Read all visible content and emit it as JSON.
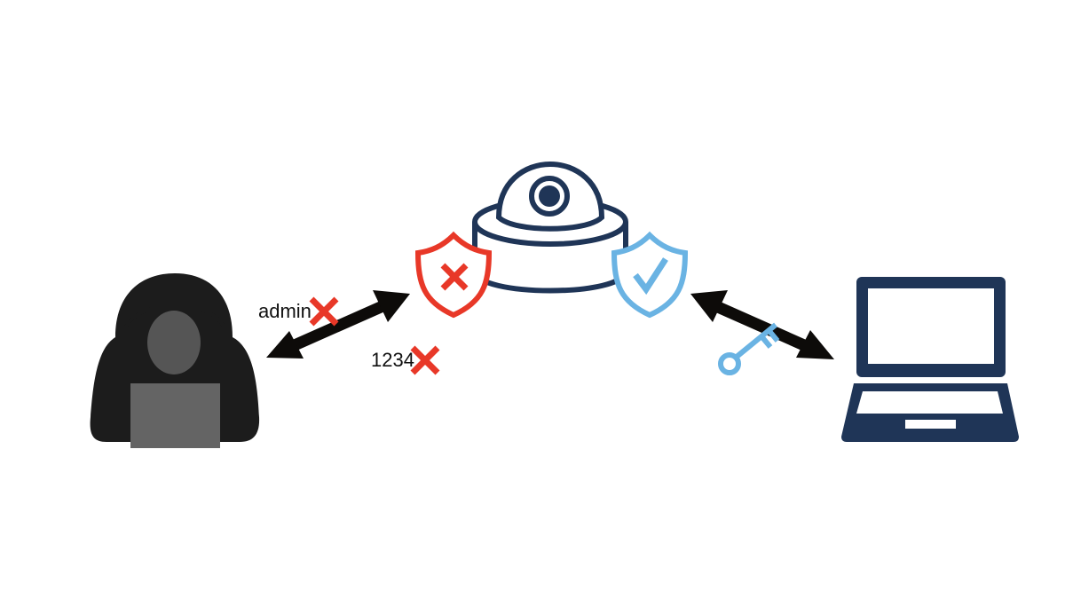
{
  "diagram": {
    "attacker_credentials": [
      {
        "text": "admin",
        "status": "rejected"
      },
      {
        "text": "1234",
        "status": "rejected"
      }
    ],
    "nodes": [
      "attacker",
      "security-camera",
      "legitimate-laptop"
    ],
    "shields": [
      {
        "side": "attacker",
        "status": "denied"
      },
      {
        "side": "user",
        "status": "allowed"
      }
    ]
  },
  "colors": {
    "navy": "#1f3557",
    "red": "#e83828",
    "blue": "#6ab3e3",
    "black": "#0d0b09",
    "hacker": "#1c1c1c",
    "hacker_face": "#555555",
    "hacker_laptop": "#646464"
  }
}
